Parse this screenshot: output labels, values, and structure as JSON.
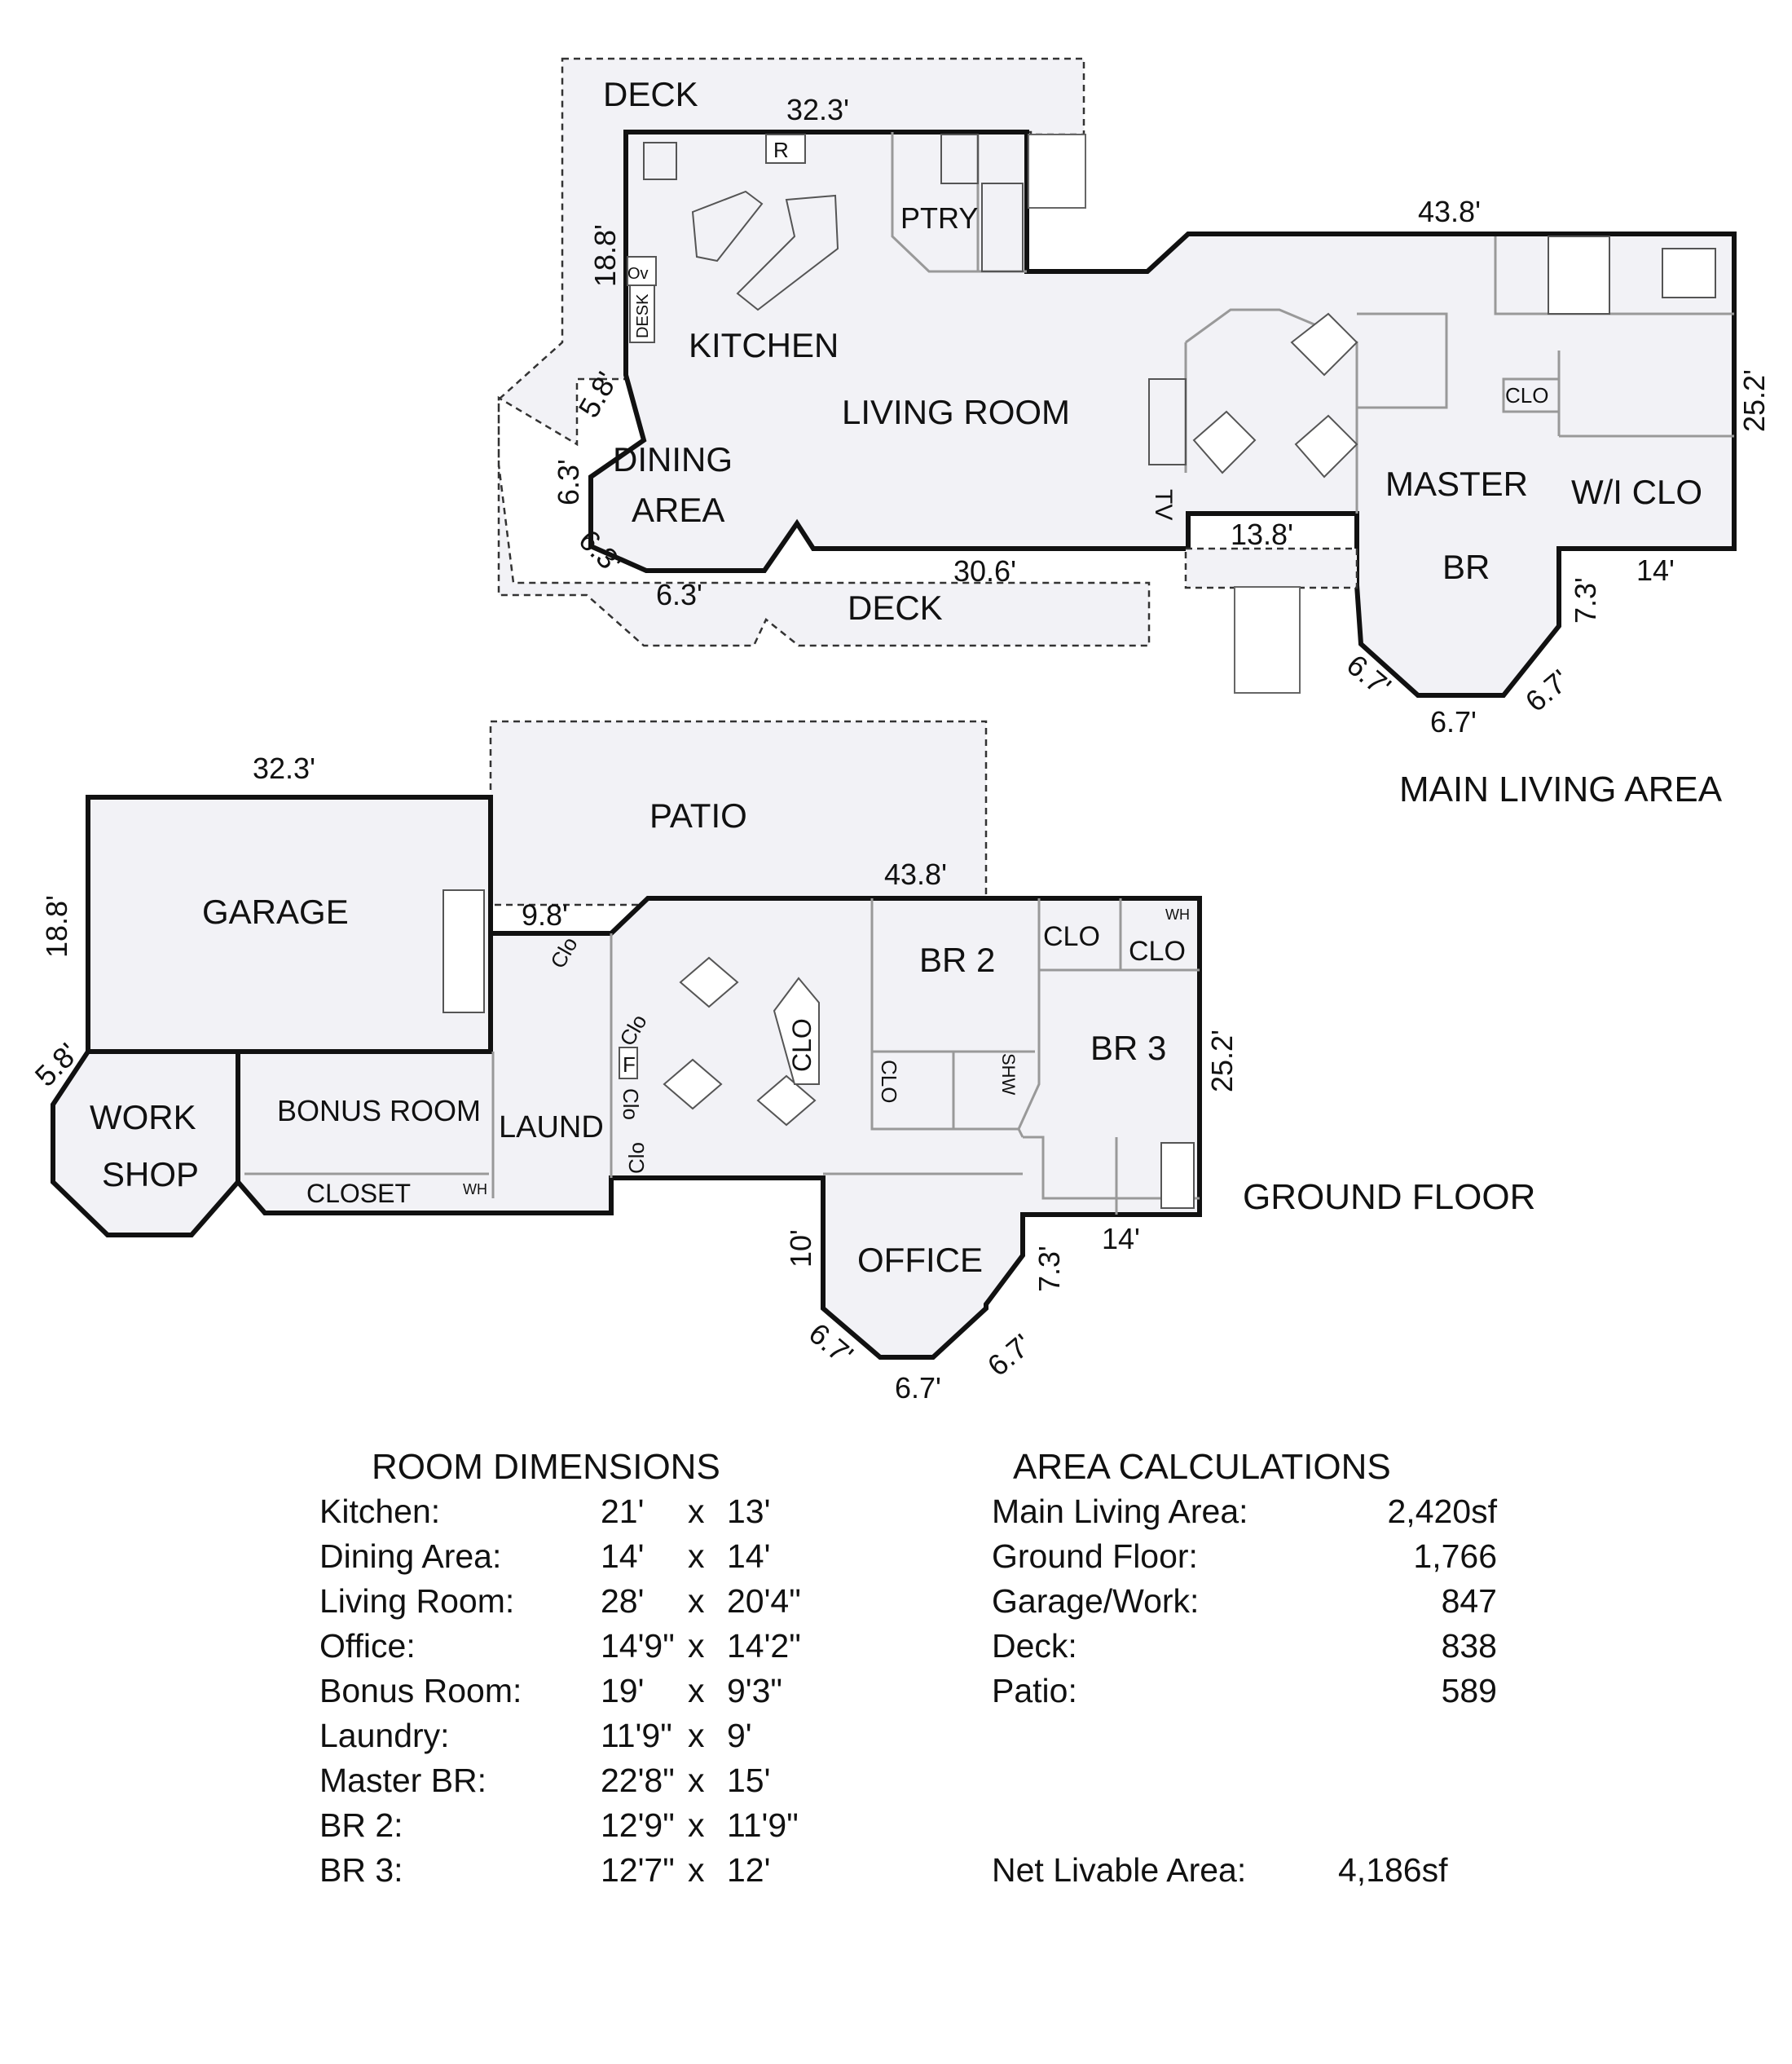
{
  "plan": {
    "main_title": "MAIN LIVING AREA",
    "ground_title": "GROUND FLOOR",
    "main_rooms": {
      "deck_top": "DECK",
      "deck_bottom": "DECK",
      "kitchen": "KITCHEN",
      "living": "LIVING ROOM",
      "dining1": "DINING",
      "dining2": "AREA",
      "ptry": "PTRY",
      "master1": "MASTER",
      "master2": "BR",
      "wiclo": "W/I CLO",
      "clo": "CLO",
      "desk": "DESK",
      "ov": "Ov",
      "r": "R",
      "tv": "TV"
    },
    "main_dims": {
      "top": "32.3'",
      "right_top": "43.8'",
      "right_side": "25.2'",
      "left": "18.8'",
      "d58": "5.8'",
      "d63a": "6.3'",
      "d63b": "6.3'",
      "d63c": "6.3'",
      "bottom": "30.6'",
      "d138": "13.8'",
      "d73": "7.3'",
      "d14": "14'",
      "d67a": "6.7'",
      "d67b": "6.7'",
      "d67c": "6.7'"
    },
    "ground_rooms": {
      "patio": "PATIO",
      "garage": "GARAGE",
      "work1": "WORK",
      "work2": "SHOP",
      "bonus": "BONUS ROOM",
      "closet": "CLOSET",
      "laund": "LAUND",
      "br2": "BR 2",
      "br3": "BR 3",
      "clo_a": "CLO",
      "clo_b": "CLO",
      "clo_c": "CLO",
      "clo_d": "CLO",
      "shw": "SHW",
      "clo_small1": "Clo",
      "clo_small2": "Clo",
      "clo_small3": "Clo",
      "clo_small4": "Clo",
      "f": "F",
      "wh": "WH",
      "office": "OFFICE"
    },
    "ground_dims": {
      "top": "32.3'",
      "d438": "43.8'",
      "d98": "9.8'",
      "left": "18.8'",
      "d58": "5.8'",
      "right": "25.2'",
      "d10": "10'",
      "d73": "7.3'",
      "d14": "14'",
      "d67a": "6.7'",
      "d67b": "6.7'",
      "d67c": "6.7'"
    }
  },
  "room_dimensions": {
    "title": "ROOM DIMENSIONS",
    "rows": [
      {
        "name": "Kitchen:",
        "w": "21'",
        "x": "x",
        "h": "13'"
      },
      {
        "name": "Dining Area:",
        "w": "14'",
        "x": "x",
        "h": "14'"
      },
      {
        "name": "Living Room:",
        "w": "28'",
        "x": "x",
        "h": "20'4\""
      },
      {
        "name": "Office:",
        "w": "14'9\"",
        "x": "x",
        "h": "14'2\""
      },
      {
        "name": "Bonus Room:",
        "w": "19'",
        "x": "x",
        "h": "9'3\""
      },
      {
        "name": "Laundry:",
        "w": "11'9\"",
        "x": "x",
        "h": "9'"
      },
      {
        "name": "Master BR:",
        "w": "22'8\"",
        "x": "x",
        "h": "15'"
      },
      {
        "name": "BR 2:",
        "w": "12'9\"",
        "x": "x",
        "h": "11'9\""
      },
      {
        "name": "BR 3:",
        "w": "12'7\"",
        "x": "x",
        "h": "12'"
      }
    ]
  },
  "area_calculations": {
    "title": "AREA CALCULATIONS",
    "rows": [
      {
        "name": "Main Living Area:",
        "value": "2,420sf"
      },
      {
        "name": "Ground Floor:",
        "value": "1,766"
      },
      {
        "name": "Garage/Work:",
        "value": "847"
      },
      {
        "name": "Deck:",
        "value": "838"
      },
      {
        "name": "Patio:",
        "value": "589"
      }
    ],
    "net_label": "Net Livable Area:",
    "net_value": "4,186sf"
  },
  "colors": {
    "wall": "#111111",
    "floor": "#f2f2f6",
    "deck_line": "#333333"
  }
}
